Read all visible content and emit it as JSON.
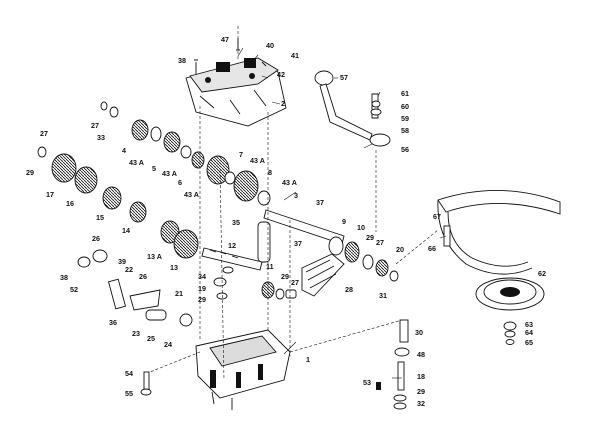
{
  "colors": {
    "ink": "#111111",
    "paper": "#ffffff"
  },
  "labels": {
    "n1": "1",
    "n2": "2",
    "n3": "3",
    "n4": "4",
    "n5": "5",
    "n6": "6",
    "n7": "7",
    "n8": "8",
    "n9": "9",
    "n10": "10",
    "n11": "11",
    "n12": "12",
    "n13": "13",
    "n13a": "13 A",
    "n14": "14",
    "n15": "15",
    "n16": "16",
    "n17": "17",
    "n18": "18",
    "n19": "19",
    "n20": "20",
    "n21": "21",
    "n22": "22",
    "n23": "23",
    "n24": "24",
    "n25": "25",
    "n26a": "26",
    "n26b": "26",
    "n27a": "27",
    "n27b": "27",
    "n27c": "27",
    "n27d": "27",
    "n28": "28",
    "n29a": "29",
    "n29b": "29",
    "n29c": "29",
    "n29d": "29",
    "n29e": "29",
    "n30": "30",
    "n31": "31",
    "n32": "32",
    "n33": "33",
    "n34": "34",
    "n35": "35",
    "n36": "36",
    "n37a": "37",
    "n37b": "37",
    "n38a": "38",
    "n38b": "38",
    "n39": "39",
    "n40": "40",
    "n41": "41",
    "n42": "42",
    "n43a1": "43 A",
    "n43a2": "43 A",
    "n43a3": "43 A",
    "n43a4": "43 A",
    "n47": "47",
    "n48": "48",
    "n52": "52",
    "n53": "53",
    "n54": "54",
    "n55": "55",
    "n56": "56",
    "n57": "57",
    "n58": "58",
    "n59": "59",
    "n60": "60",
    "n61": "61",
    "n62": "62",
    "n63": "63",
    "n64": "64",
    "n65": "65",
    "n66": "66",
    "n67": "67"
  }
}
